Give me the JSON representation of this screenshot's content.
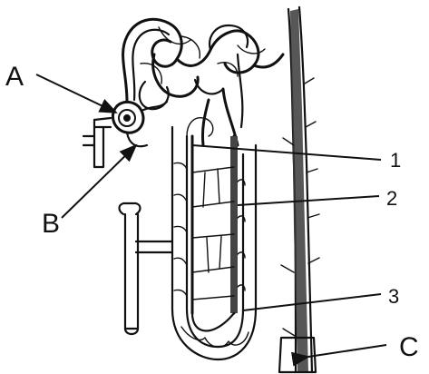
{
  "labels": {
    "a": "A",
    "b": "B",
    "c": "C",
    "n1": "1",
    "n2": "2",
    "n3": "3"
  }
}
